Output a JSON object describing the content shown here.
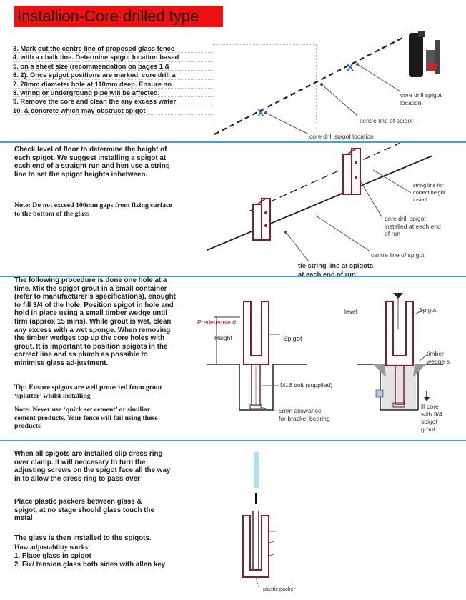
{
  "title": "Installion-Core drilled type",
  "section1": {
    "steps": [
      "3. Mark out the centre  line of proposed glass fence",
      "4. with a chalk line. Determine spigot location based",
      "5. on a sheet size (recommendation on pages 1 &",
      "6. 2). Once spigot positions are marked, core drill a",
      "7. 70mm diameter hole at 110mm deep. Ensure no",
      "8. wiring or underground pipe will be affected.",
      "9. Remove the core and clean the any excess water",
      "10.           & concrete which may obstruct spigot"
    ],
    "labels": {
      "core_drill_spigot_location_top": "core drill spigot location",
      "centre_line": "centre line of spigot",
      "core_drill_spigot_location_bottom": "core drill spigot location"
    },
    "marks": {
      "x": "X"
    }
  },
  "section2": {
    "text": "Check level of floor to determine the height of each spigot. We suggest installing a spigot at each end of a straight run and hen use a string line to set the spigot heights inbetween.",
    "note": "Note: Do not exceed 100mm gaps from fixing surface to the bottom of the glass",
    "labels": {
      "string_line": "string line  for correct height install",
      "core_drill_spigot": "core drill spigot installed at each end of run",
      "centre_line": "centre line of spigot",
      "tie_string": "tie string line at spigots at each end of run"
    }
  },
  "section3": {
    "text": "The following procedure is done one hole at a time. Mix the spigot grout in a small container (refer to manufacturer’s specifications), enought to fill 3/4 of the hole. Position spigot in hole and hold in place  using a small timber wedge until firm (approx 15 mins). While grout is wet, clean any excess with a wet sponge. When removing the timber wedges top up the core holes with grout. It is important to position spigots in the correct line and as plumb as possible to minimise glass  ad-justment.",
    "tip": "Tip: Ensure spigots are well protected from grout ‘splatter’ whilst installing",
    "note": "Note: Never use ‘quick set cement’ or similiar cement products. Your fence will fail using these products",
    "labels": {
      "predetermined": "Predetermie d",
      "height": "Height",
      "spigot_left": "Spigot",
      "m16": "M16 bolt (supplied)",
      "allowance": "5mm allowance for bracket bearing",
      "level": "level",
      "spigot_right": "Spigot",
      "timber": "timber wedge s",
      "fill": "ill core with 3/4 spigot grout"
    }
  },
  "section4": {
    "p1": "When all spigots are installed slip dress ring over clamp. It will neccesary to turn the adjusting screws on the spigot face all the way in to allow the dress ring to pass over",
    "p2": "Place plastic packers between glass & spigot, at no stage should glass touch the metal",
    "p3": "The glass is then installed to the spigots.",
    "how": "How adjustability works:",
    "li1": "1. Place glass in spigot",
    "li2": "2. Fix/ tension glass both sides with allen key",
    "labels": {
      "plastic_packer": "plastic packer"
    }
  },
  "colors": {
    "title_bg": "#ee1111",
    "divider": "#3ea6d6",
    "spigot": "#8b1a2b",
    "mark": "#2a6fd0"
  }
}
